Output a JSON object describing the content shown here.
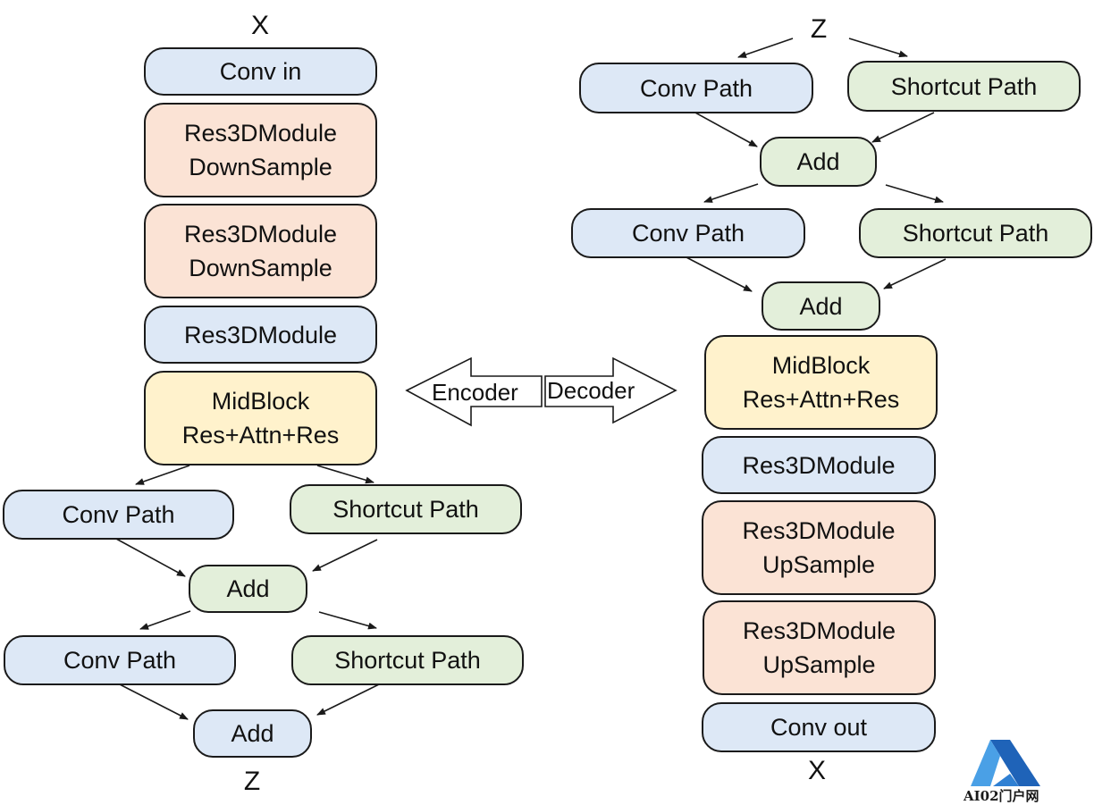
{
  "encoder": {
    "input_label": "X",
    "conv_in": "Conv in",
    "down1": [
      "Res3DModule",
      "DownSample"
    ],
    "down2": [
      "Res3DModule",
      "DownSample"
    ],
    "res": "Res3DModule",
    "mid": [
      "MidBlock",
      "Res+Attn+Res"
    ],
    "conv_path_1": "Conv Path",
    "shortcut_path_1": "Shortcut Path",
    "add_1": "Add",
    "conv_path_2": "Conv Path",
    "shortcut_path_2": "Shortcut Path",
    "add_2": "Add",
    "output_label": "Z"
  },
  "decoder": {
    "input_label": "Z",
    "conv_path_1": "Conv Path",
    "shortcut_path_1": "Shortcut Path",
    "add_1": "Add",
    "conv_path_2": "Conv Path",
    "shortcut_path_2": "Shortcut Path",
    "add_2": "Add",
    "mid": [
      "MidBlock",
      "Res+Attn+Res"
    ],
    "res": "Res3DModule",
    "up1": [
      "Res3DModule",
      "UpSample"
    ],
    "up2": [
      "Res3DModule",
      "UpSample"
    ],
    "conv_out": "Conv out",
    "output_label": "X"
  },
  "center": {
    "encoder_label": "Encoder",
    "decoder_label": "Decoder"
  },
  "colors": {
    "blue": "#dde8f6",
    "green": "#e3efda",
    "orange": "#fbe3d5",
    "yellow": "#fff2cc"
  },
  "watermark": {
    "text": "AI02门户网"
  }
}
